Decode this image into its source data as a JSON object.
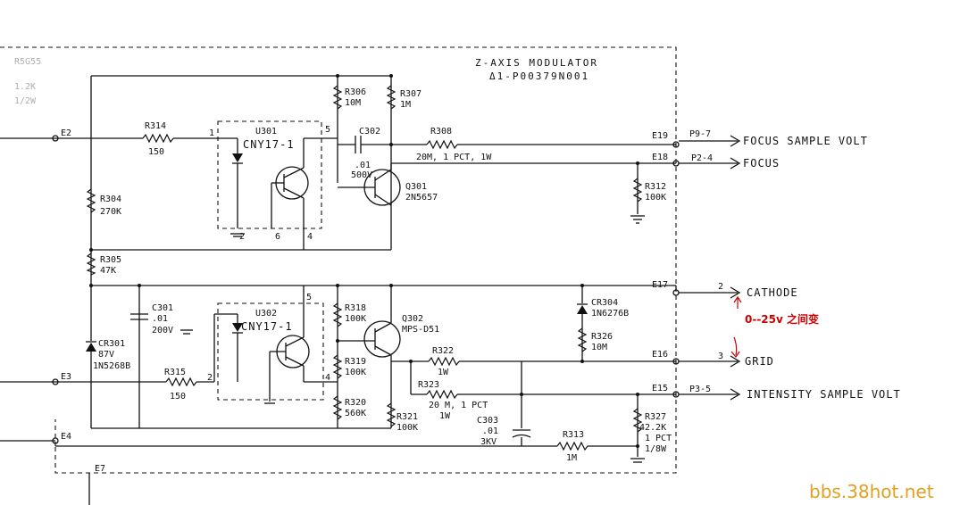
{
  "title": {
    "line1": "Z-AXIS MODULATOR",
    "line2": "Δ1-P00379N001"
  },
  "components": {
    "r314": {
      "ref": "R314",
      "val": "150"
    },
    "r304": {
      "ref": "R304",
      "val": "270K"
    },
    "r305": {
      "ref": "R305",
      "val": "47K"
    },
    "r306": {
      "ref": "R306",
      "val": "10M"
    },
    "r307": {
      "ref": "R307",
      "val": "1M"
    },
    "r308": {
      "ref": "R308",
      "val": "20M, 1 PCT, 1W"
    },
    "r312": {
      "ref": "R312",
      "val": "100K"
    },
    "r315": {
      "ref": "R315",
      "val": "150"
    },
    "r318": {
      "ref": "R318",
      "val": "100K"
    },
    "r319": {
      "ref": "R319",
      "val": "100K"
    },
    "r320": {
      "ref": "R320",
      "val": "560K"
    },
    "r321": {
      "ref": "R321",
      "val": "100K"
    },
    "r322": {
      "ref": "R322",
      "val": "1W"
    },
    "r323": {
      "ref": "R323",
      "val": "20 M, 1 PCT",
      "val2": "1W"
    },
    "r326": {
      "ref": "R326",
      "val": "10M"
    },
    "r313": {
      "ref": "R313",
      "val": "1M"
    },
    "r327": {
      "ref": "R327",
      "val": "42.2K",
      "val2": "1 PCT",
      "val3": "1/8W"
    },
    "c302": {
      "ref": "C302",
      "val": ".01",
      "val2": "500V"
    },
    "c301": {
      "ref": "C301",
      "val": ".01",
      "val2": "200V"
    },
    "c303": {
      "ref": "C303",
      "val": ".01",
      "val2": "3KV"
    },
    "cr301": {
      "ref": "CR301",
      "val": "87V",
      "val2": "1N5268B"
    },
    "cr304": {
      "ref": "CR304",
      "val": "1N6276B"
    },
    "q301": {
      "ref": "Q301",
      "val": "2N5657"
    },
    "q302": {
      "ref": "Q302",
      "val": "MPS-D51"
    },
    "u301": {
      "ref": "U301",
      "part": "CNY17-1"
    },
    "u302": {
      "ref": "U302",
      "part": "CNY17-1"
    }
  },
  "pins": {
    "u1p1": "1",
    "u1p5": "5",
    "u1p2": "2",
    "u1p6": "6",
    "u1p4": "4",
    "u2p5": "5",
    "u2p2": "2",
    "u2p4": "4"
  },
  "terminals": {
    "e2": "E2",
    "e3": "E3",
    "e4": "E4",
    "e7": "E7",
    "e15": "E15",
    "e16": "E16",
    "e17": "E17",
    "e18": "E18",
    "e19": "E19"
  },
  "connectors": {
    "p97": "P9-7",
    "p24": "P2-4",
    "c2": "2",
    "c3": "3",
    "p35": "P3-5"
  },
  "outputs": {
    "focus_sample": "FOCUS SAMPLE VOLT",
    "focus": "FOCUS",
    "cathode": "CATHODE",
    "grid": "GRID",
    "intensity_sample": "INTENSITY SAMPLE VOLT"
  },
  "annotation": "0--25v 之间变",
  "watermark": "bbs.38hot.net"
}
